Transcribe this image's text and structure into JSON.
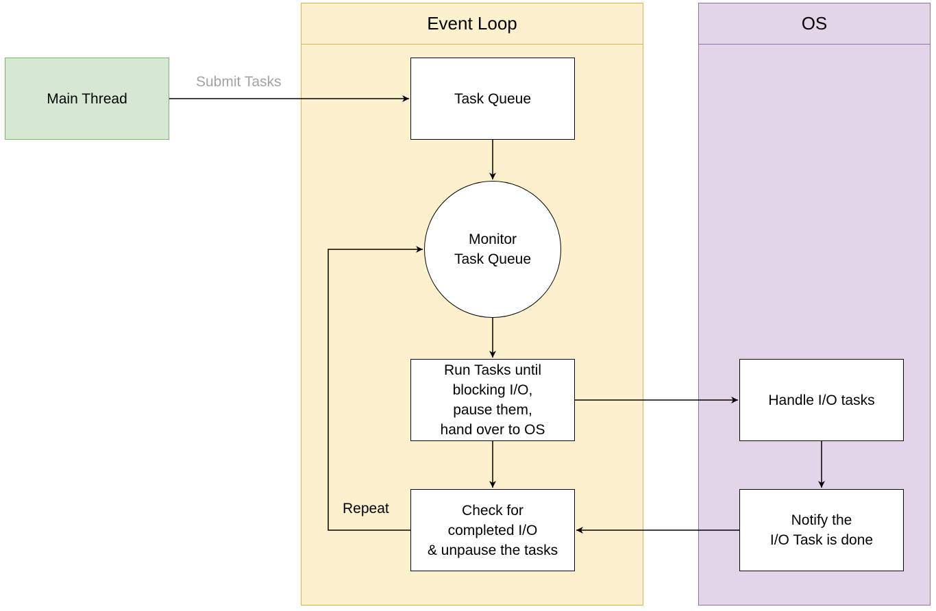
{
  "lanes": {
    "event_loop": {
      "title": "Event Loop",
      "fill": "#fdf0cc",
      "stroke": "#d6b656"
    },
    "os": {
      "title": "OS",
      "fill": "#e1d5e7",
      "stroke": "#9673a6"
    }
  },
  "nodes": {
    "main_thread": "Main Thread",
    "task_queue": "Task Queue",
    "monitor": "Monitor\nTask Queue",
    "run_tasks": "Run Tasks until\nblocking I/O,\npause them,\nhand over to OS",
    "check_io": "Check for\ncompleted I/O\n& unpause the tasks",
    "handle_io": "Handle I/O tasks",
    "notify": "Notify the\nI/O Task is done"
  },
  "edge_labels": {
    "submit": "Submit Tasks",
    "repeat": "Repeat"
  },
  "colors": {
    "main_thread_fill": "#d5e8d4",
    "main_thread_stroke": "#82b366",
    "submit_label": "#a3a3a3"
  }
}
